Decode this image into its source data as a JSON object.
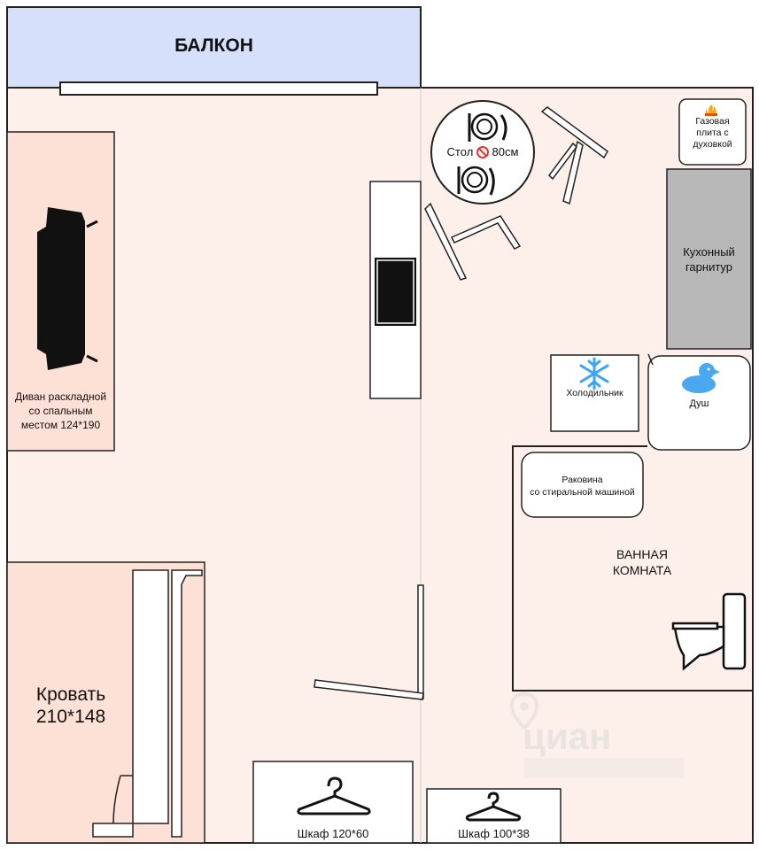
{
  "colors": {
    "balcony_fill": "#d6e0fb",
    "floor_fill": "#fdf0eb",
    "furniture_fill": "#fde0d6",
    "kitchen_set_fill": "#b8b8b8",
    "wall_stroke": "#222222",
    "duck_blue": "#4aa8f0",
    "snow_blue": "#3ba4f5",
    "watermark": "#dcdcdc"
  },
  "rooms": {
    "balcony": "БАЛКОН",
    "bathroom": "ВАННАЯ\nКОМНАТА"
  },
  "furniture": {
    "sofa": "Диван раскладной\nсо спальным\nместом 124*190",
    "bed": "Кровать\n210*148",
    "table": "Стол",
    "table_size": "80см",
    "stove": "Газовая\nплита с\nдуховкой",
    "kitchen_set": "Кухонный\nгарнитур",
    "fridge": "Холодильник",
    "shower": "Душ",
    "sink": "Раковина\nсо стиральной машиной",
    "wardrobe_1": "Шкаф 120*60",
    "wardrobe_2": "Шкаф 100*38"
  },
  "icons": {
    "sofa": "sofa-icon",
    "tv": "tv-icon",
    "plates": "plate-cutlery-icon",
    "no_entry": "no-entry-icon",
    "chair": "chair-icon",
    "fire": "fire-icon",
    "snowflake": "snowflake-icon",
    "duck": "rubber-duck-icon",
    "toilet": "toilet-icon",
    "hanger": "hanger-icon",
    "logo": "cian-logo"
  },
  "watermark": "циан"
}
